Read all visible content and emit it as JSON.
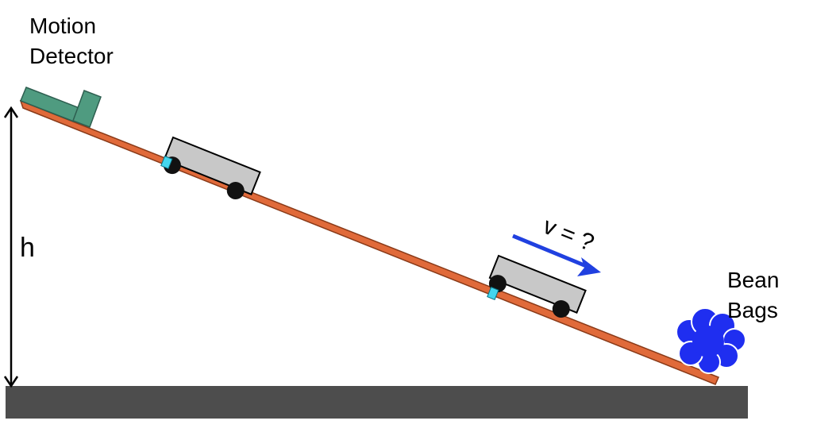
{
  "labels": {
    "motion_detector_line1": "Motion",
    "motion_detector_line2": "Detector",
    "height": "h",
    "velocity": "v = ?",
    "bean_bags_line1": "Bean",
    "bean_bags_line2": "Bags"
  },
  "colors": {
    "ramp": "#e06a3a",
    "ramp_edge": "#8a3a18",
    "floor": "#4d4d4d",
    "cart_body": "#c8c8c8",
    "wheel": "#111111",
    "detector": "#4f9b80",
    "marker": "#44d6ee",
    "arrow": "#2040e0",
    "bean_bags": "#1f2ef0"
  }
}
